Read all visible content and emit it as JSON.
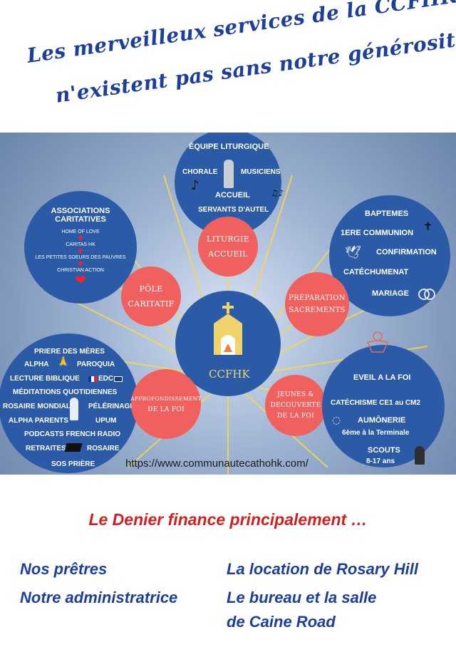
{
  "headline": {
    "line1": "Les merveilleux services de la CCFHK",
    "line2": "n'existent pas sans notre générosité !"
  },
  "center": {
    "label": "CCFHK"
  },
  "url": "https://www.communautecathohk.com/",
  "blue_top": {
    "title": "ÉQUIPE LITURGIQUE",
    "left": "CHORALE",
    "right": "MUSICIENS",
    "line3": "ACCUEIL",
    "line4": "SERVANTS D'AUTEL"
  },
  "blue_left": {
    "title1": "ASSOCIATIONS",
    "title2": "CARITATIVES",
    "item1": "HOME OF LOVE",
    "item2": "CARITAS HK",
    "item3": "LES PETITES SOEURS DES PAUVRES",
    "item4": "CHRISTIAN ACTION"
  },
  "blue_right": {
    "item1": "BAPTEMES",
    "item2": "1ERE COMMUNION",
    "item3": "CONFIRMATION",
    "item4": "CATÉCHUMENAT",
    "item5": "MARIAGE"
  },
  "blue_bl": {
    "r1": "PRIERE DES MÈRES",
    "r2a": "ALPHA",
    "r2b": "PAROQUIA",
    "r3a": "LECTURE BIBLIQUE",
    "r3b": "EDC",
    "r4": "MÉDITATIONS QUOTIDIENNES",
    "r5a": "ROSAIRE MONDIAL",
    "r5b": "PÉLÉRINAGE",
    "r6a": "ALPHA PARENTS",
    "r6b": "UPUM",
    "r7": "PODCASTS FRENCH RADIO",
    "r8a": "RETRAITES",
    "r8b": "ROSAIRE",
    "r9": "SOS PRIÈRE"
  },
  "blue_br": {
    "r1": "EVEIL A LA FOI",
    "r2": "CATÉCHISME CE1 au CM2",
    "r3": "AUMÔNERIE",
    "r4": "6ème à la Terminale",
    "r5": "SCOUTS",
    "r6": "8-17 ans"
  },
  "red": {
    "liturgie1": "LITURGIE",
    "liturgie2": "ACCUEIL",
    "pole1": "PÔLE",
    "pole2": "CARITATIF",
    "prep1": "PRÉPARATION",
    "prep2": "SACREMENTS",
    "appro1": "APPROFONDISSEMENT",
    "appro2": "DE LA FOI",
    "jeunes1": "JEUNES &",
    "jeunes2": "DECOUVERTE",
    "jeunes3": "DE LA FOI"
  },
  "subtitle": "Le Denier finance principalement …",
  "left_list": [
    "Nos prêtres",
    "Notre administratrice"
  ],
  "right_list": [
    "La location de Rosary Hill",
    "Le bureau et la salle",
    "de Caine Road"
  ],
  "colors": {
    "blue": "#1c3f9c",
    "red": "#d41e1e",
    "circle_blue": "#2b5ba6",
    "circle_red": "#f0605f"
  }
}
